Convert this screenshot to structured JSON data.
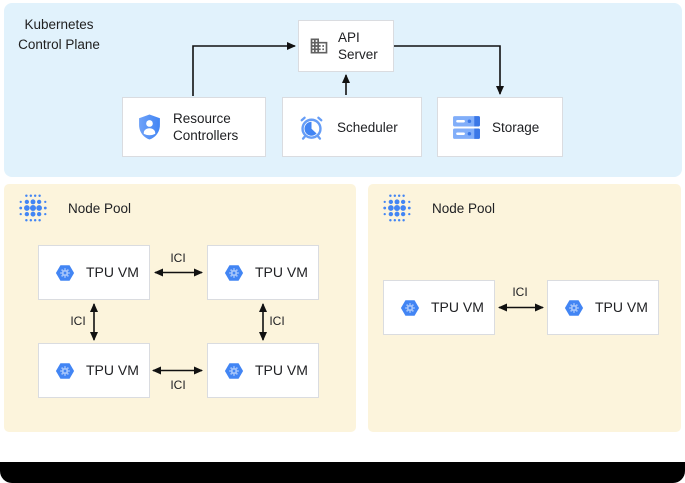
{
  "diagram": {
    "control_plane": {
      "title": "Kubernetes Control Plane",
      "api_server": {
        "label": "API Server",
        "icon": "building-icon"
      },
      "resource_controllers": {
        "label": "Resource Controllers",
        "icon": "shield-user-icon"
      },
      "scheduler": {
        "label": "Scheduler",
        "icon": "alarm-clock-icon"
      },
      "storage": {
        "label": "Storage",
        "icon": "storage-disks-icon"
      }
    },
    "node_pools": [
      {
        "title": "Node Pool",
        "icon": "dot-grid-icon",
        "vms": [
          {
            "label": "TPU VM"
          },
          {
            "label": "TPU VM"
          },
          {
            "label": "TPU VM"
          },
          {
            "label": "TPU VM"
          }
        ],
        "links": [
          {
            "label": "ICI"
          },
          {
            "label": "ICI"
          },
          {
            "label": "ICI"
          },
          {
            "label": "ICI"
          }
        ]
      },
      {
        "title": "Node Pool",
        "icon": "dot-grid-icon",
        "vms": [
          {
            "label": "TPU VM"
          },
          {
            "label": "TPU VM"
          }
        ],
        "links": [
          {
            "label": "ICI"
          }
        ]
      }
    ],
    "colors": {
      "control_plane_bg": "#e1f2fc",
      "node_pool_bg": "#fcf4dc",
      "box_border": "#dadce0",
      "icon_blue": "#4285f4",
      "icon_blue_light": "#8ab4f8",
      "icon_gray": "#616161",
      "arrow": "#111111",
      "bottom_bar": "#000000"
    }
  }
}
